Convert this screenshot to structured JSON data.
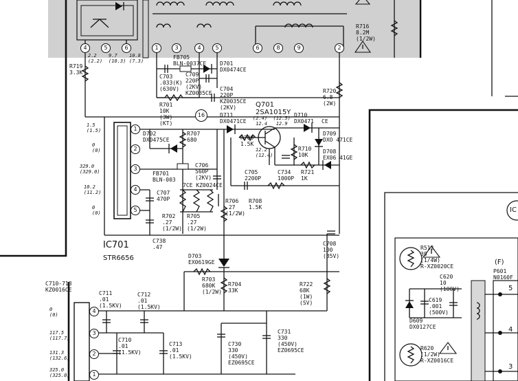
{
  "colors": {
    "shaded_region": "#d0d0d0",
    "ink": "#111111"
  },
  "top_pins": [
    "4",
    "5",
    "6",
    "1",
    "3",
    "4",
    "5",
    "6",
    "8",
    "9",
    "2"
  ],
  "top_pin_voltages": {
    "p4": "2.2\n(2.2)",
    "p5": "9.7\n(10.3)",
    "p6": "10.8\n(7.3)"
  },
  "labels": {
    "r716": "R716\n8.2M\n(1/2W)",
    "r719": "R719\n3.3K",
    "fb705": "FB705\nBLN-0037CE",
    "d701": "D701\nDX0474CE",
    "c703": "C703\n.033(K)\n(630V)",
    "c709": "C709\n220P\n(2KV)\nKZ0035CE",
    "c704": "C704\n220P\nKZ0035CE\n(2KV)",
    "r720": "R720\n6.8\n(2W)",
    "r701": "R701\n10K\n(3W)\n(KT)",
    "node16": "16",
    "q701": "Q701\n2SA1015Y",
    "q701_v": "(2.4)  (12.5)\n 12.4   12.9",
    "d711": "D711\nDX0471CE",
    "d710": "D710\nDX0471",
    "ce": "CE",
    "d709": "D709\nDXO 471CE",
    "d708": "D708\nEX06 41GE",
    "d702": "D702\nDX0475CE",
    "r707": "R707\n680",
    "r709": "R709\n1.5K",
    "q_base_v": "12.2\n(12.4)",
    "r710": "R710\n10K",
    "fb701": "FB701\nBLN-003",
    "c706": "C706\n560P\n(2KV)",
    "kz": "7CE KZ0024CE",
    "c734": "C734\n1000P",
    "r721": "R721\n1K",
    "c705": "C705\n2200P",
    "c707": "C707\n470P",
    "r708": "R708\n1.5K",
    "r706": "R706\n.27\n(1/2W)",
    "r702": "R702\n.27\n(1/2W)",
    "r705": "R705\n.27\n(1/2W)",
    "c738": "C738\n.47",
    "ic701": "IC701",
    "str": "STR6656",
    "c708": "C708\n100\n(35V)",
    "d703": "D703\nEX0619GE",
    "r703": "R703\n680K\n(1/2W)",
    "r704": "R704\n33K",
    "r722": "R722\n68K\n(1W)\n(SV)",
    "c710_713": "C710-713\nKZ0016CE",
    "c711": "C711\n.01\n(1.5KV)",
    "c712": "C712\n.01\n(1.5KV)",
    "c710": "C710\n.01\n(1.5KV)",
    "c713": "C713\n.01\n(1.5KV)",
    "c730": "C730\n330\n(450V)\nEZ0695CE",
    "c731": "C731\n330\n(450V)\nEZ0695CE",
    "r512": "R512\n39\n(1/4W)\nR-XZ0020CE",
    "c620": "C620\n10\n(100V)",
    "c619": "C619\n.001\n(500V)",
    "d609": "D609\nDX0127CE",
    "r620": "R620\n(1/2W)\nR-XZ0016CE",
    "f_block": "(F)",
    "p601": "P601\nN0160F",
    "ic_edge": "IC"
  },
  "ic_left_voltages": [
    "1.5\n(1.5)",
    "0\n(0)",
    "329.0\n(329.0)",
    "10.2\n(11.2)",
    "0\n(0)"
  ],
  "ic_pins": [
    "1",
    "2",
    "3",
    "4",
    "5"
  ],
  "bottom_left_pins": [
    "4",
    "3",
    "2",
    "1"
  ],
  "bottom_left_voltages": [
    "0\n(0)",
    "117.5\n(117.7)",
    "131.3\n(132.6)",
    "325.0\n(325.0)"
  ],
  "p601_pins": [
    "5",
    "4",
    "3"
  ]
}
